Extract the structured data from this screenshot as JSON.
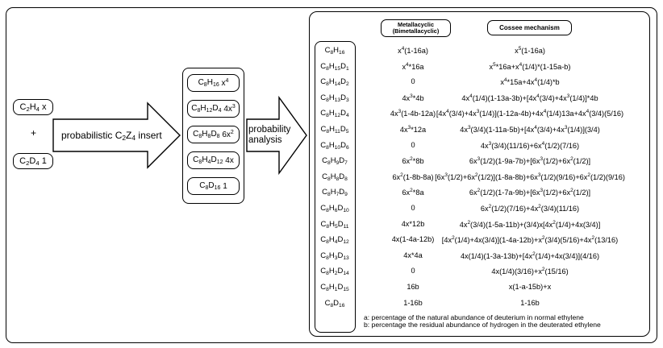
{
  "diagram": {
    "inputs": [
      {
        "species": "C<sub>2</sub>H<sub>4</sub>",
        "coef": "x"
      },
      {
        "species": "C<sub>2</sub>D<sub>4</sub>",
        "coef": "1"
      }
    ],
    "plus": "+",
    "arrow1_label": "probabilistic C<sub>2</sub>Z<sub>4</sub> insert",
    "products": [
      {
        "species": "C<sub>8</sub>H<sub>16</sub>",
        "coef": "x<sup>4</sup>"
      },
      {
        "species": "C<sub>8</sub>H<sub>12</sub>D<sub>4</sub>",
        "coef": "4x<sup>3</sup>"
      },
      {
        "species": "C<sub>8</sub>H<sub>8</sub>D<sub>8</sub>",
        "coef": "6x<sup>2</sup>"
      },
      {
        "species": "C<sub>8</sub>H<sub>4</sub>D<sub>12</sub>",
        "coef": "4x"
      },
      {
        "species": "C<sub>8</sub>D<sub>16</sub>",
        "coef": "1"
      }
    ],
    "arrow2_label": "probability\nanalysis"
  },
  "table": {
    "col_metallacyclic": "Metallacyclic\n(Bimetallacyclic)",
    "col_cossee": "Cossee mechanism",
    "rows": [
      {
        "species": "C<sub>8</sub>H<sub>16</sub>",
        "metallacyclic": "x<sup>4</sup>(1-16a)",
        "cossee": "x<sup>5</sup>(1-16a)"
      },
      {
        "species": "C<sub>8</sub>H<sub>15</sub>D<sub>1</sub>",
        "metallacyclic": "x<sup>4</sup>*16a",
        "cossee": "x<sup>5</sup>*16a+x<sup>4</sup>(1/4)*(1-15a-b)"
      },
      {
        "species": "C<sub>8</sub>H<sub>14</sub>D<sub>2</sub>",
        "metallacyclic": "0",
        "cossee": "x<sup>4</sup>*15a+4x<sup>4</sup>(1/4)*b"
      },
      {
        "species": "C<sub>8</sub>H<sub>13</sub>D<sub>3</sub>",
        "metallacyclic": "4x<sup>3</sup>*4b",
        "cossee": "4x<sup>4</sup>(1/4)(1-13a-3b)+[4x<sup>4</sup>(3/4)+4x<sup>3</sup>(1/4)]*4b"
      },
      {
        "species": "C<sub>8</sub>H<sub>12</sub>D<sub>4</sub>",
        "metallacyclic": "4x<sup>3</sup>(1-4b-12a)",
        "cossee": "[4x<sup>4</sup>(3/4)+4x<sup>3</sup>(1/4)](1-12a-4b)+4x<sup>4</sup>(1/4)13a+4x<sup>4</sup>(3/4)(5/16)"
      },
      {
        "species": "C<sub>8</sub>H<sub>11</sub>D<sub>5</sub>",
        "metallacyclic": "4x<sup>3</sup>*12a",
        "cossee": "4x<sup>3</sup>(3/4)(1-11a-5b)+[4x<sup>4</sup>(3/4)+4x<sup>3</sup>(1/4)](3/4)"
      },
      {
        "species": "C<sub>8</sub>H<sub>10</sub>D<sub>6</sub>",
        "metallacyclic": "0",
        "cossee": "4x<sup>3</sup>(3/4)(11/16)+6x<sup>4</sup>(1/2)(7/16)"
      },
      {
        "species": "C<sub>8</sub>H<sub>9</sub>D<sub>7</sub>",
        "metallacyclic": "6x<sup>2</sup>*8b",
        "cossee": "6x<sup>3</sup>(1/2)(1-9a-7b)+[6x<sup>3</sup>(1/2)+6x<sup>2</sup>(1/2)]"
      },
      {
        "species": "C<sub>8</sub>H<sub>8</sub>D<sub>8</sub>",
        "metallacyclic": "6x<sup>2</sup>(1-8b-8a)",
        "cossee": "[6x<sup>3</sup>(1/2)+6x<sup>2</sup>(1/2)](1-8a-8b)+6x<sup>3</sup>(1/2)(9/16)+6x<sup>2</sup>(1/2)(9/16)"
      },
      {
        "species": "C<sub>8</sub>H<sub>7</sub>D<sub>9</sub>",
        "metallacyclic": "6x<sup>2</sup>*8a",
        "cossee": "6x<sup>2</sup>(1/2)(1-7a-9b)+[6x<sup>3</sup>(1/2)+6x<sup>2</sup>(1/2)]"
      },
      {
        "species": "C<sub>8</sub>H<sub>6</sub>D<sub>10</sub>",
        "metallacyclic": "0",
        "cossee": "6x<sup>2</sup>(1/2)(7/16)+4x<sup>2</sup>(3/4)(11/16)"
      },
      {
        "species": "C<sub>8</sub>H<sub>5</sub>D<sub>11</sub>",
        "metallacyclic": "4x*12b",
        "cossee": "4x<sup>2</sup>(3/4)(1-5a-11b)+(3/4)x[4x<sup>2</sup>(1/4)+4x(3/4)]"
      },
      {
        "species": "C<sub>8</sub>H<sub>4</sub>D<sub>12</sub>",
        "metallacyclic": "4x(1-4a-12b)",
        "cossee": "[4x<sup>2</sup>(1/4)+4x(3/4)](1-4a-12b)+x<sup>2</sup>(3/4)(5/16)+4x<sup>2</sup>(13/16)"
      },
      {
        "species": "C<sub>8</sub>H<sub>3</sub>D<sub>13</sub>",
        "metallacyclic": "4x*4a",
        "cossee": "4x(1/4)(1-3a-13b)+[4x<sup>2</sup>(1/4)+4x(3/4)](4/16)"
      },
      {
        "species": "C<sub>8</sub>H<sub>2</sub>D<sub>14</sub>",
        "metallacyclic": "0",
        "cossee": "4x(1/4)(3/16)+x<sup>2</sup>(15/16)"
      },
      {
        "species": "C<sub>8</sub>H<sub>1</sub>D<sub>15</sub>",
        "metallacyclic": "16b",
        "cossee": "x(1-a-15b)+x"
      },
      {
        "species": "C<sub>8</sub>D<sub>16</sub>",
        "metallacyclic": "1-16b",
        "cossee": "1-16b"
      }
    ],
    "footnotes": [
      "a: percentage of the natural abundance of deuterium in normal ethylene",
      "b: percentage the residual abundance of hydrogen in the deuterated ethylene"
    ]
  }
}
